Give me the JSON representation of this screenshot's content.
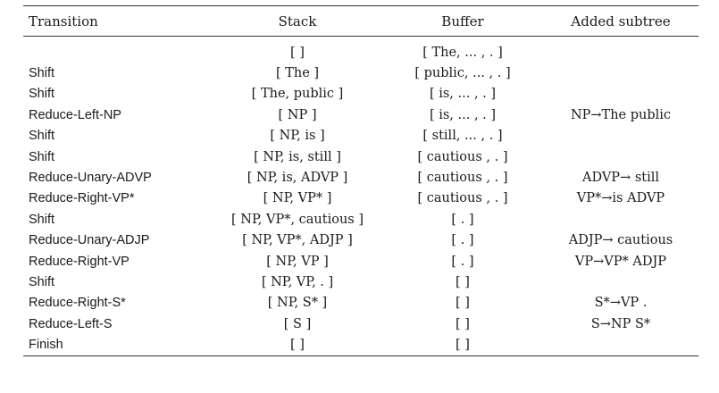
{
  "headers": [
    "Transition",
    "Stack",
    "Buffer",
    "Added subtree"
  ],
  "rows": [
    {
      "transition": "",
      "stack": "[ ]",
      "buffer": "[ The, ... , . ]",
      "subtree": ""
    },
    {
      "transition": "Shift",
      "stack": "[ The ]",
      "buffer": "[ public, ... , . ]",
      "subtree": ""
    },
    {
      "transition": "Shift",
      "stack": "[ The, public ]",
      "buffer": "[ is, ... , . ]",
      "subtree": ""
    },
    {
      "transition": "Reduce-Left-NP",
      "stack": "[ NP ]",
      "buffer": "[ is, ... , . ]",
      "subtree": "NP→The public"
    },
    {
      "transition": "Shift",
      "stack": "[ NP, is ]",
      "buffer": "[ still, ... , . ]",
      "subtree": ""
    },
    {
      "transition": "Shift",
      "stack": "[ NP, is, still ]",
      "buffer": "[ cautious , . ]",
      "subtree": ""
    },
    {
      "transition": "Reduce-Unary-ADVP",
      "stack": "[ NP, is, ADVP ]",
      "buffer": "[ cautious , . ]",
      "subtree": "ADVP→ still"
    },
    {
      "transition": "Reduce-Right-VP*",
      "stack": "[ NP, VP* ]",
      "buffer": "[ cautious , . ]",
      "subtree": "VP*→is ADVP"
    },
    {
      "transition": "Shift",
      "stack": "[ NP, VP*, cautious ]",
      "buffer": "[ . ]",
      "subtree": ""
    },
    {
      "transition": "Reduce-Unary-ADJP",
      "stack": "[ NP, VP*, ADJP ]",
      "buffer": "[ . ]",
      "subtree": "ADJP→ cautious"
    },
    {
      "transition": "Reduce-Right-VP",
      "stack": "[ NP, VP ]",
      "buffer": "[ . ]",
      "subtree": "VP→VP* ADJP"
    },
    {
      "transition": "Shift",
      "stack": "[ NP, VP, . ]",
      "buffer": "[ ]",
      "subtree": ""
    },
    {
      "transition": "Reduce-Right-S*",
      "stack": "[ NP, S* ]",
      "buffer": "[ ]",
      "subtree": "S*→VP ."
    },
    {
      "transition": "Reduce-Left-S",
      "stack": "[ S ]",
      "buffer": "[ ]",
      "subtree": "S→NP S*"
    },
    {
      "transition": "Finish",
      "stack": "[ ]",
      "buffer": "[ ]",
      "subtree": ""
    }
  ]
}
